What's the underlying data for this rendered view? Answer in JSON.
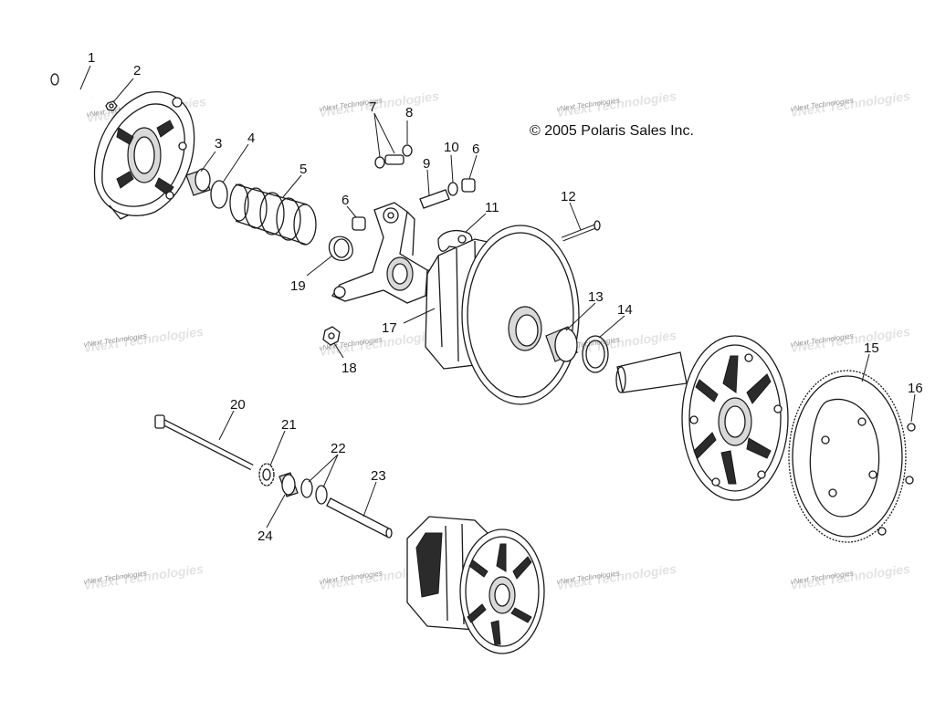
{
  "copyright": "© 2005 Polaris Sales Inc.",
  "watermark_text": "vNext Technologies",
  "callouts": [
    "1",
    "2",
    "3",
    "4",
    "5",
    "6",
    "6",
    "7",
    "8",
    "9",
    "10",
    "11",
    "12",
    "13",
    "14",
    "15",
    "16",
    "17",
    "18",
    "19",
    "20",
    "21",
    "22",
    "23",
    "24"
  ],
  "colors": {
    "ink": "#1a1a1a",
    "watermark": "#9a9a9a",
    "background": "#ffffff"
  }
}
